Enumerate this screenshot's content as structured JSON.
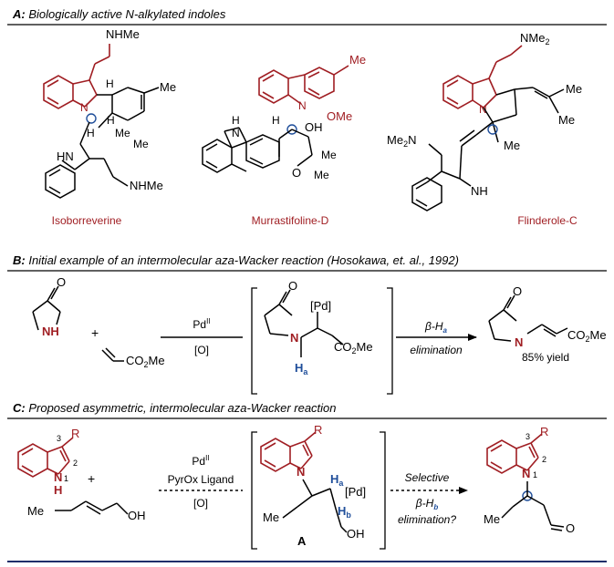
{
  "colors": {
    "red": "#a01e23",
    "blue": "#1f4e9a",
    "black": "#000000",
    "rule": "#1f2f6a"
  },
  "panelA": {
    "letter": "A:",
    "title": "Biologically active N-alkylated indoles",
    "isoborreverine": {
      "name": "Isoborreverine",
      "nhme_top": "NHMe",
      "me": "Me",
      "me2": "Me",
      "me3": "Me",
      "hn": "HN",
      "nhme_bottom": "NHMe",
      "h1": "H",
      "h2": "H",
      "h3": "H",
      "n": "N"
    },
    "murrastifoline": {
      "name": "Murrastifoline-D",
      "me_top": "Me",
      "n": "N",
      "ome": "OMe",
      "h": "H",
      "oh": "OH",
      "nh_h": "H",
      "nh_n": "N",
      "o": "O",
      "me1": "Me",
      "me2": "Me"
    },
    "flinderole": {
      "name": "Flinderole-C",
      "nme2_top": "NMe",
      "sub2": "2",
      "me_a": "Me",
      "me_b": "Me",
      "n": "N",
      "me2n": "Me",
      "me2n_sub": "2",
      "me2n_n": "N",
      "me_ring": "Me",
      "nh": "NH"
    }
  },
  "panelB": {
    "letter": "B:",
    "title": "Initial example of an intermolecular aza-Wacker reaction (Hosokawa, et. al., 1992)",
    "lactam_o": "O",
    "lactam_nh": "NH",
    "plus": "+",
    "acrylate": "CO",
    "acrylate_sub": "2",
    "acrylate_me": "Me",
    "cat": "Pd",
    "cat_sup": "II",
    "oxidant": "[O]",
    "int_pd": "[Pd]",
    "int_o": "O",
    "int_n": "N",
    "int_co2me": "CO",
    "int_co2me_sub": "2",
    "int_co2me_me": "Me",
    "ha": "H",
    "ha_sub": "a",
    "step_beta": "β-H",
    "step_beta_sub": "a",
    "step_elim": "elimination",
    "prod_o": "O",
    "prod_n": "N",
    "prod_co2me": "CO",
    "prod_co2me_sub": "2",
    "prod_co2me_me": "Me",
    "yield": "85% yield"
  },
  "panelC": {
    "letter": "C:",
    "title": "Proposed asymmetric, intermolecular aza-Wacker reaction",
    "indole_r": "R",
    "indole_3": "3",
    "indole_2": "2",
    "indole_n": "N",
    "indole_1": "1",
    "indole_h": "H",
    "plus": "+",
    "alkene_me": "Me",
    "alkene_oh": "OH",
    "cat": "Pd",
    "cat_sup": "II",
    "ligand": "PyrOx Ligand",
    "oxidant": "[O]",
    "int_r": "R",
    "int_n": "N",
    "int_ha": "H",
    "int_ha_sub": "a",
    "int_pd": "[Pd]",
    "int_hb": "H",
    "int_hb_sub": "b",
    "int_me": "Me",
    "int_oh": "OH",
    "int_label": "A",
    "step_selective": "Selective",
    "step_beta": "β-H",
    "step_beta_sub": "b",
    "step_elim": "elimination?",
    "prod_r": "R",
    "prod_3": "3",
    "prod_2": "2",
    "prod_n": "N",
    "prod_1": "1",
    "prod_me": "Me",
    "prod_o": "O"
  }
}
